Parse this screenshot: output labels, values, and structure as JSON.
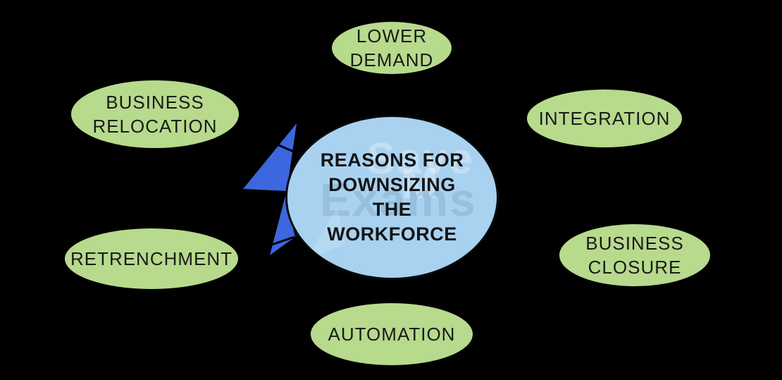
{
  "diagram": {
    "background_color": "#000000",
    "center": {
      "label": "REASONS FOR\nDOWNSIZING\nTHE\nWORKFORCE",
      "fill_color": "#a9d2f0",
      "text_color": "#141414"
    },
    "bubbles": [
      {
        "id": "lower-demand",
        "label": "LOWER\nDEMAND"
      },
      {
        "id": "business-relocation",
        "label": "BUSINESS\nRELOCATION"
      },
      {
        "id": "integration",
        "label": "INTEGRATION"
      },
      {
        "id": "retrenchment",
        "label": "RETRENCHMENT"
      },
      {
        "id": "business-closure",
        "label": "BUSINESS\nCLOSURE"
      },
      {
        "id": "automation",
        "label": "AUTOMATION"
      }
    ],
    "bubble_fill_color": "#b7da8d",
    "bubble_text_color": "#1a1a1a",
    "arrow_color": "#3c67de",
    "watermark": {
      "line1": "Save M",
      "line2": "Exams"
    }
  }
}
